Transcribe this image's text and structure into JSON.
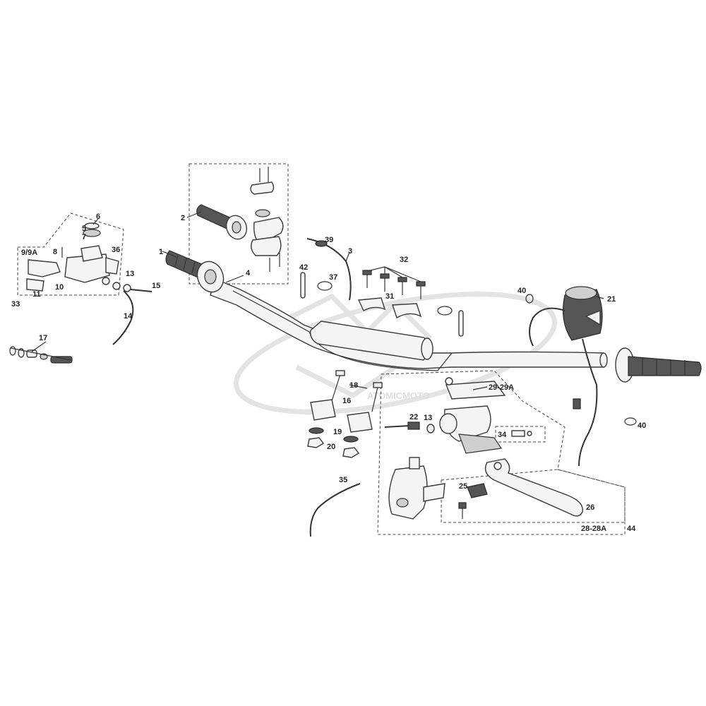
{
  "watermark": "ATOMICMOTO",
  "callouts": {
    "c1": "1",
    "c2": "2",
    "c3": "3",
    "c4": "4",
    "c5": "5",
    "c6": "6",
    "c7": "7",
    "c8": "8",
    "c9": "9/9A",
    "c10": "10",
    "c11": "11",
    "c13a": "13",
    "c13b": "13",
    "c14": "14",
    "c15": "15",
    "c16": "16",
    "c17": "17",
    "c18": "18",
    "c19": "19",
    "c20": "20",
    "c21": "21",
    "c22": "22",
    "c25": "25",
    "c26": "26",
    "c28": "28-28A",
    "c29": "29-29A",
    "c31": "31",
    "c32": "32",
    "c33": "33",
    "c34": "34",
    "c35": "35",
    "c36": "36",
    "c37": "37",
    "c39": "39",
    "c40a": "40",
    "c40b": "40",
    "c42": "42",
    "c44": "44"
  }
}
